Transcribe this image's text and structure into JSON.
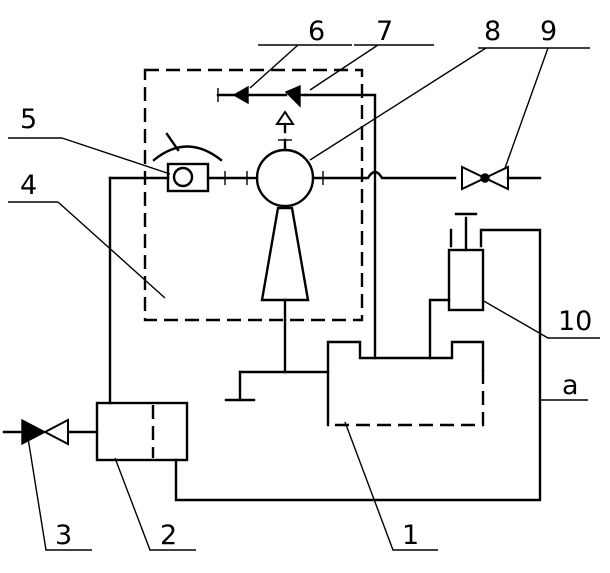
{
  "labels": {
    "l1": "1",
    "l2": "2",
    "l3": "3",
    "l4": "4",
    "l5": "5",
    "l6": "6",
    "l7": "7",
    "l8": "8",
    "l9": "9",
    "l10": "10",
    "la": "a"
  },
  "colors": {
    "stroke": "#000000",
    "background": "#ffffff"
  }
}
